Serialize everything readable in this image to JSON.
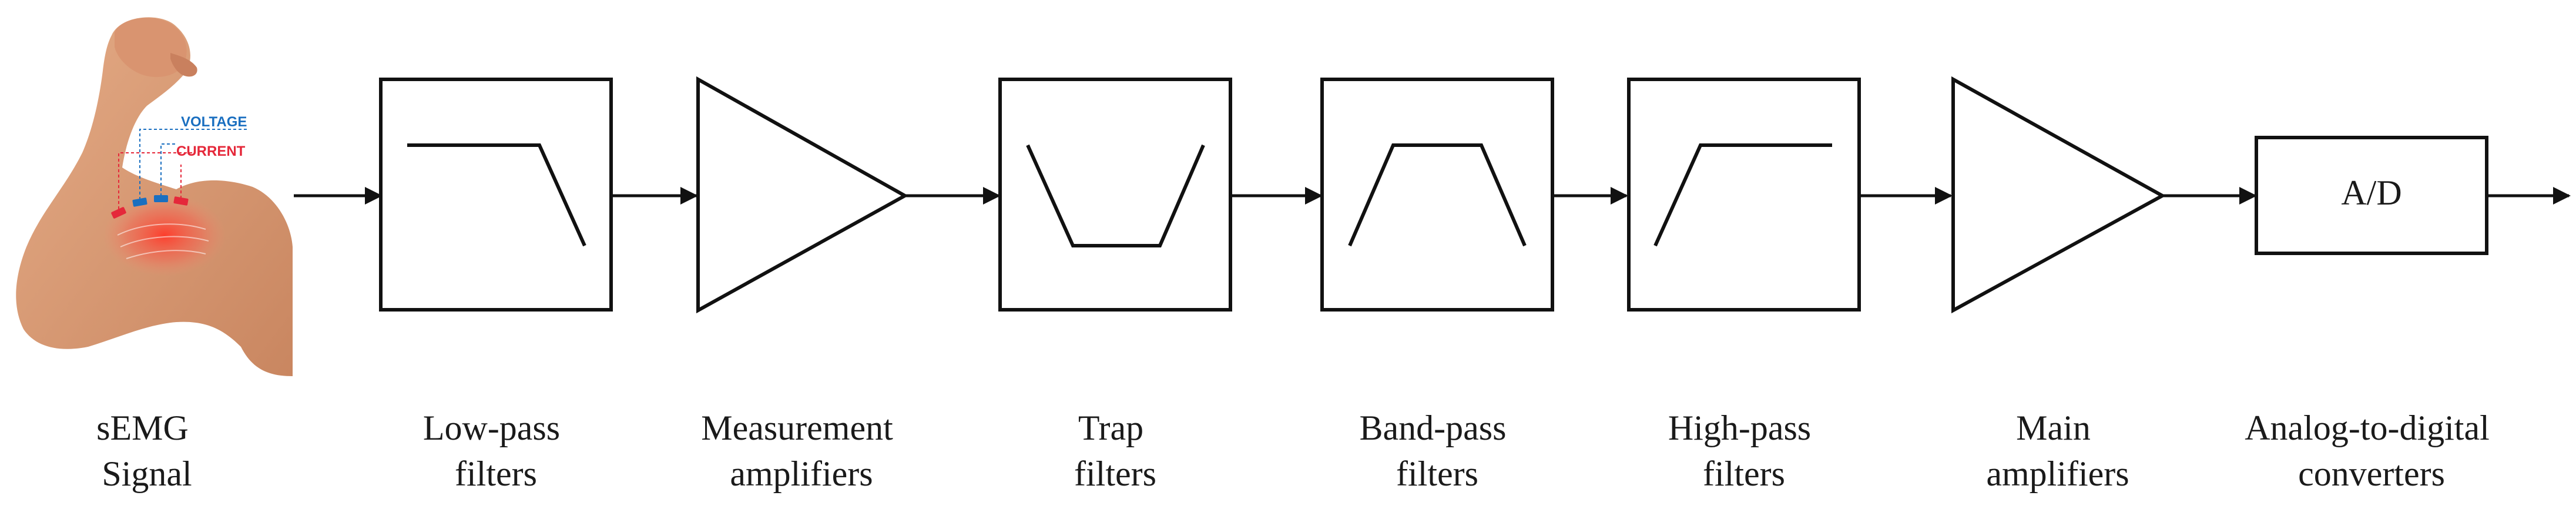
{
  "source": {
    "voltage_label": "VOLTAGE",
    "current_label": "CURRENT",
    "voltage_color": "#1a6fc0",
    "current_color": "#e5283a",
    "muscle_color": "#f05040",
    "skin_color": "#d89a72"
  },
  "blocks": {
    "ad_label": "A/D"
  },
  "stages": [
    {
      "line1": "sEMG",
      "line2": "Signal"
    },
    {
      "line1": "Low-pass",
      "line2": "filters"
    },
    {
      "line1": "Measurement",
      "line2": "amplifiers"
    },
    {
      "line1": "Trap",
      "line2": "filters"
    },
    {
      "line1": "Band-pass",
      "line2": "filters"
    },
    {
      "line1": "High-pass",
      "line2": "filters"
    },
    {
      "line1": "Main",
      "line2": "amplifiers"
    },
    {
      "line1": "Analog-to-digital",
      "line2": "converters"
    }
  ]
}
